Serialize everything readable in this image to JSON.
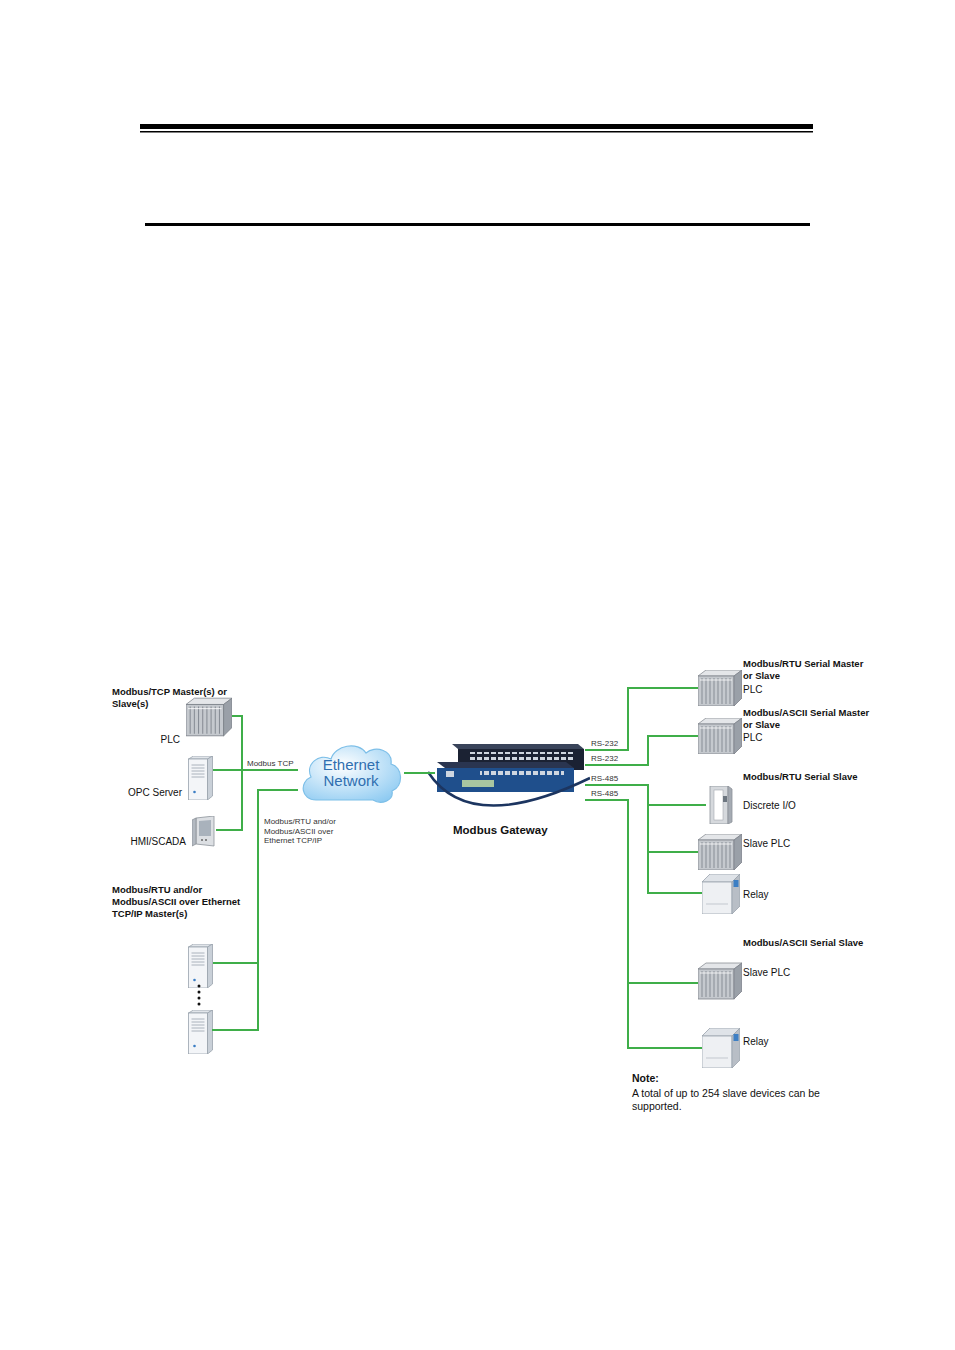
{
  "diagram": {
    "nodes": [
      {
        "text": [
          "PLC"
        ]
      },
      {
        "text": [
          "OPC Server"
        ]
      },
      {
        "text": [
          "HMI/SCADA"
        ]
      },
      {
        "text": [
          "Modbus/RTU and/or Modbus/ASCII over Ethernet TCP/IP Master(s)"
        ]
      },
      {
        "text": [
          "Ethernet Network"
        ]
      },
      {
        "text": [
          "Modbus Gateway"
        ]
      },
      {
        "text": [
          "Modbus/RTU Serial Master or Slave",
          "PLC"
        ]
      },
      {
        "text": [
          "Modbus/ASCII Serial Master or Slave",
          "PLC"
        ]
      },
      {
        "text": [
          "Modbus/RTU Serial Slave",
          "Discrete I/O"
        ]
      },
      {
        "text": [
          "Slave PLC"
        ]
      },
      {
        "text": [
          "Relay"
        ]
      },
      {
        "text": [
          "Modbus/ASCII Serial Slave",
          "Slave PLC"
        ]
      },
      {
        "text": [
          "Relay"
        ]
      }
    ],
    "edges": [
      {
        "from": 0,
        "to": 4,
        "arrow": "none"
      },
      {
        "from": 1,
        "to": 4,
        "label": "Modbus TCP",
        "arrow": "none"
      },
      {
        "from": 2,
        "to": 4,
        "arrow": "none"
      },
      {
        "from": 3,
        "to": 4,
        "label": "Modbus/RTU and/or Modbus/ASCII over Ethernet TCP/IP",
        "arrow": "none"
      },
      {
        "from": 4,
        "to": 5,
        "arrow": "none"
      },
      {
        "from": 5,
        "to": 6,
        "label": "RS-232",
        "arrow": "none"
      },
      {
        "from": 5,
        "to": 7,
        "label": "RS-232",
        "arrow": "none"
      },
      {
        "from": 5,
        "to": 8,
        "label": "RS-485",
        "arrow": "none"
      },
      {
        "from": 5,
        "to": 9,
        "arrow": "none"
      },
      {
        "from": 5,
        "to": 10,
        "arrow": "none"
      },
      {
        "from": 5,
        "to": 11,
        "label": "RS-485",
        "arrow": "none"
      },
      {
        "from": 5,
        "to": 12,
        "arrow": "none"
      }
    ],
    "labels": [
      "Modbus/TCP Master(s) or Slave(s)",
      "Note:",
      "A total of up to 254 slave devices can be supported."
    ]
  }
}
